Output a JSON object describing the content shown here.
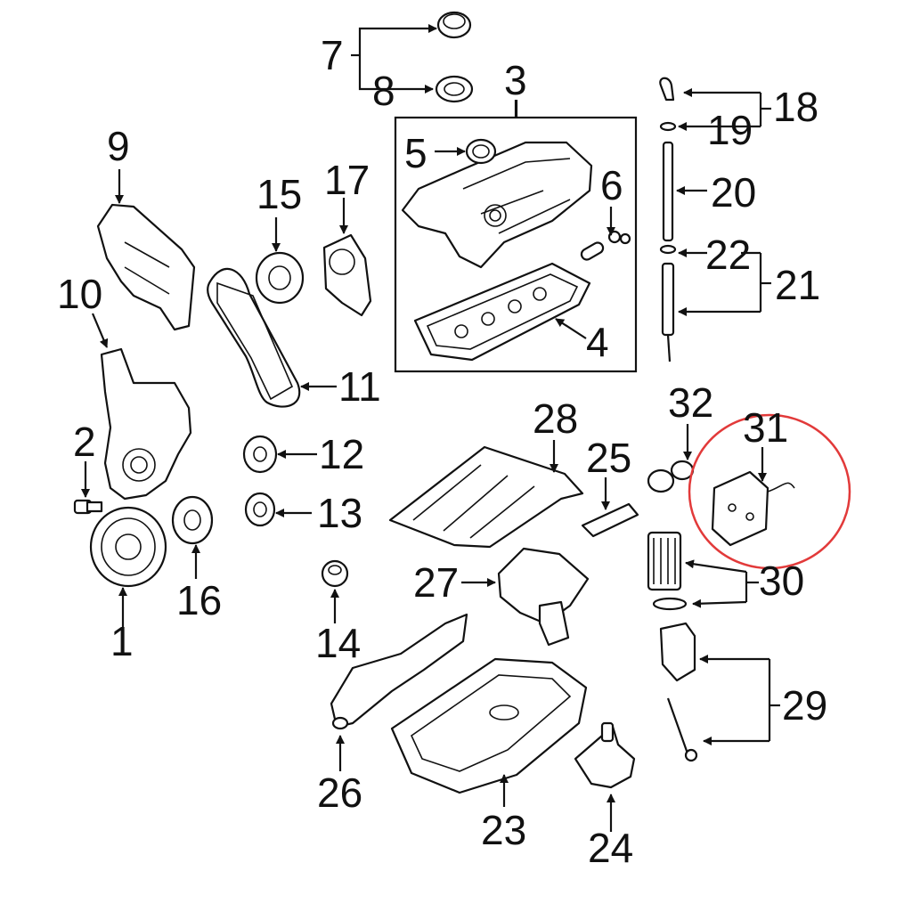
{
  "labels": {
    "l1": "1",
    "l2": "2",
    "l3": "3",
    "l4": "4",
    "l5": "5",
    "l6": "6",
    "l7": "7",
    "l8": "8",
    "l9": "9",
    "l10": "10",
    "l11": "11",
    "l12": "12",
    "l13": "13",
    "l14": "14",
    "l15": "15",
    "l16": "16",
    "l17": "17",
    "l18": "18",
    "l19": "19",
    "l20": "20",
    "l21": "21",
    "l22": "22",
    "l23": "23",
    "l24": "24",
    "l25": "25",
    "l26": "26",
    "l27": "27",
    "l28": "28",
    "l29": "29",
    "l30": "30",
    "l31": "31",
    "l32": "32"
  },
  "colors": {
    "ink": "#111111",
    "highlight": "#e23a3a",
    "background": "#ffffff"
  },
  "highlighted_part": "31"
}
